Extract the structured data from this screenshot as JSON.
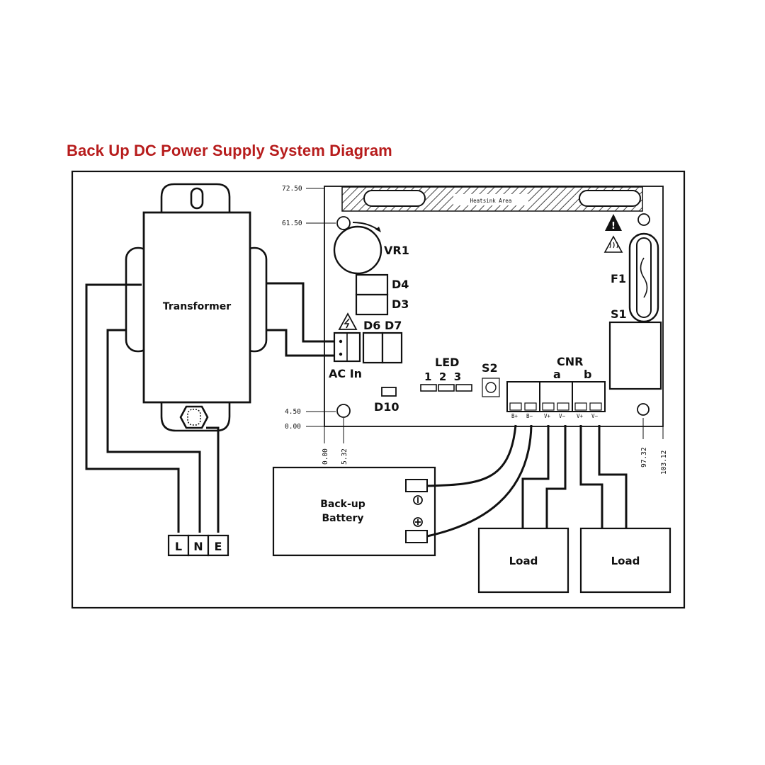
{
  "title": "Back Up DC Power Supply System Diagram",
  "colors": {
    "title": "#b71c1c",
    "ink": "#111111",
    "background": "#ffffff"
  },
  "transformer": {
    "label": "Transformer"
  },
  "mains_terminals": [
    "L",
    "N",
    "E"
  ],
  "battery": {
    "label_line1": "Back-up",
    "label_line2": "Battery",
    "neg_symbol": "minus-icon",
    "pos_symbol": "plus-icon"
  },
  "loads": [
    "Load",
    "Load"
  ],
  "board": {
    "heatsink": "Heatsink Area",
    "components": {
      "vr1": "VR1",
      "d4": "D4",
      "d3": "D3",
      "d6d7": "D6 D7",
      "ac_in": "AC In",
      "led": "LED",
      "led_numbers": "1  2  3",
      "s2": "S2",
      "cnr": "CNR",
      "cnr_a": "a",
      "cnr_b": "b",
      "d10": "D10",
      "f1": "F1",
      "s1": "S1"
    },
    "terminal_labels": [
      "B+",
      "B−",
      "V+",
      "V−",
      "V+",
      "V−"
    ],
    "dimensions": {
      "y": [
        "72.50",
        "61.50",
        "4.50",
        "0.00"
      ],
      "x": [
        "0.00",
        "5.32",
        "97.32",
        "103.12"
      ]
    }
  }
}
